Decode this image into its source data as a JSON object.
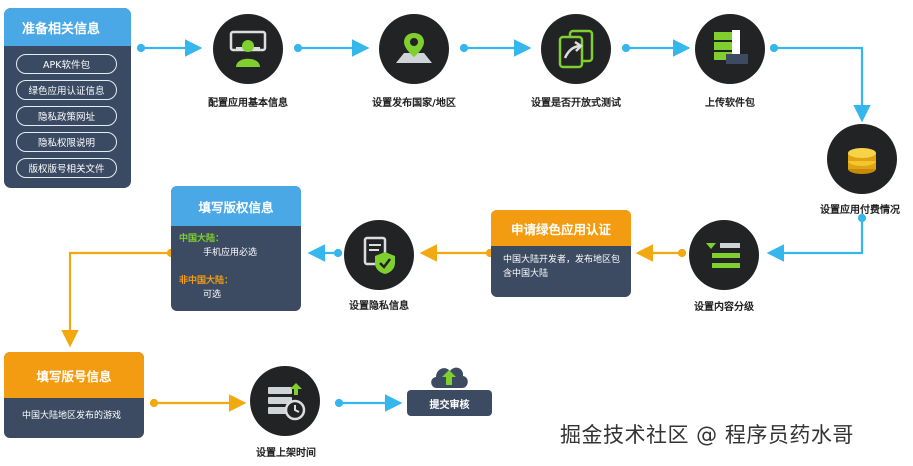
{
  "prep": {
    "title": "准备相关信息",
    "items": [
      "APK软件包",
      "绿色应用认证信息",
      "隐私政策网址",
      "隐私权限说明",
      "版权版号相关文件"
    ]
  },
  "steps": {
    "basic_info": "配置应用基本信息",
    "country": "设置发布国家/地区",
    "open_test": "设置是否开放式测试",
    "upload": "上传软件包",
    "payment": "设置应用付费情况",
    "content_rating": "设置内容分级",
    "privacy": "设置隐私信息",
    "release_time": "设置上架时间"
  },
  "green_cert": {
    "title": "申请绿色应用认证",
    "body": "中国大陆开发者，发布地区包含中国大陆"
  },
  "copyright": {
    "title": "填写版权信息",
    "mainland_label": "中国大陆：",
    "mainland_value": "手机应用必选",
    "non_mainland_label": "非中国大陆：",
    "non_mainland_value": "可选"
  },
  "license": {
    "title": "填写版号信息",
    "body": "中国大陆地区发布的游戏"
  },
  "submit": {
    "label": "提交审核"
  },
  "watermark": "掘金技术社区 @ 程序员药水哥",
  "colors": {
    "blue_arrow": "#35b6ec",
    "orange_arrow": "#f2a80f",
    "card_dark": "#3c4b62",
    "prep_blue": "#4aa8e6",
    "orange": "#f39c12"
  }
}
